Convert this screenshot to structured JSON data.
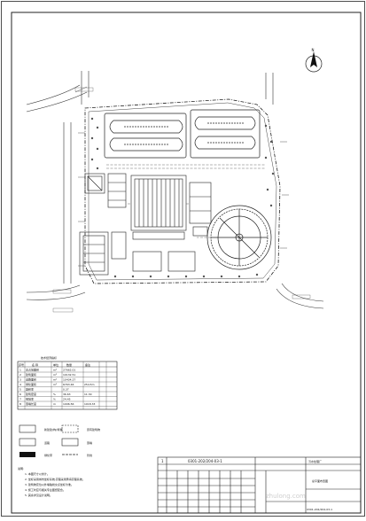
{
  "drawing": {
    "north_label": "N",
    "legend_title": "技术经济指标",
    "legend_headers": [
      "序号",
      "名 称",
      "单位",
      "数量",
      "备注"
    ],
    "legend_rows": [
      {
        "no": "1",
        "name": "总占地面积",
        "unit": "m²",
        "value": "27662.01",
        "note": ""
      },
      {
        "no": "2",
        "name": "建筑面积",
        "unit": "m²",
        "value": "10132.51",
        "note": ""
      },
      {
        "no": "3",
        "name": "道路面积",
        "unit": "m²",
        "value": "10434.27",
        "note": ""
      },
      {
        "no": "4",
        "name": "绿化面积",
        "unit": "m²",
        "value": "6763.46",
        "note": "254.5m"
      },
      {
        "no": "5",
        "name": "容积率",
        "unit": "",
        "value": "0.37",
        "note": ""
      },
      {
        "no": "6",
        "name": "建筑密度",
        "unit": "%",
        "value": "36.63",
        "note": "11.30"
      },
      {
        "no": "7",
        "name": "绿地率",
        "unit": "%",
        "value": "24.45",
        "note": ""
      },
      {
        "no": "8",
        "name": "围墙长度",
        "unit": "m",
        "value": "1006.56",
        "note": "1018.33"
      }
    ],
    "symbol_legend": [
      "新建建(构)筑物",
      "原有建筑物",
      "道路",
      "围墙",
      "绿化带",
      "管线"
    ],
    "notes_title": "说明:",
    "notes": [
      "1. 本图尺寸以米计。",
      "2. 坐标采用城市坐标系统,高程采用黄海高程系统。",
      "3. 建筑物定位以外墙轴线交点坐标为准。",
      "4. 施工时应与相关专业图纸配合。",
      "5. 其余详见设计说明。"
    ],
    "title_block": {
      "drawing_no": "0301-202/204-03-1",
      "rev": "1",
      "project": "污水处理厂",
      "sheet_name": "总平面布置图",
      "code": "0301-202/204-03-1"
    },
    "watermark": "zhulong.com"
  }
}
